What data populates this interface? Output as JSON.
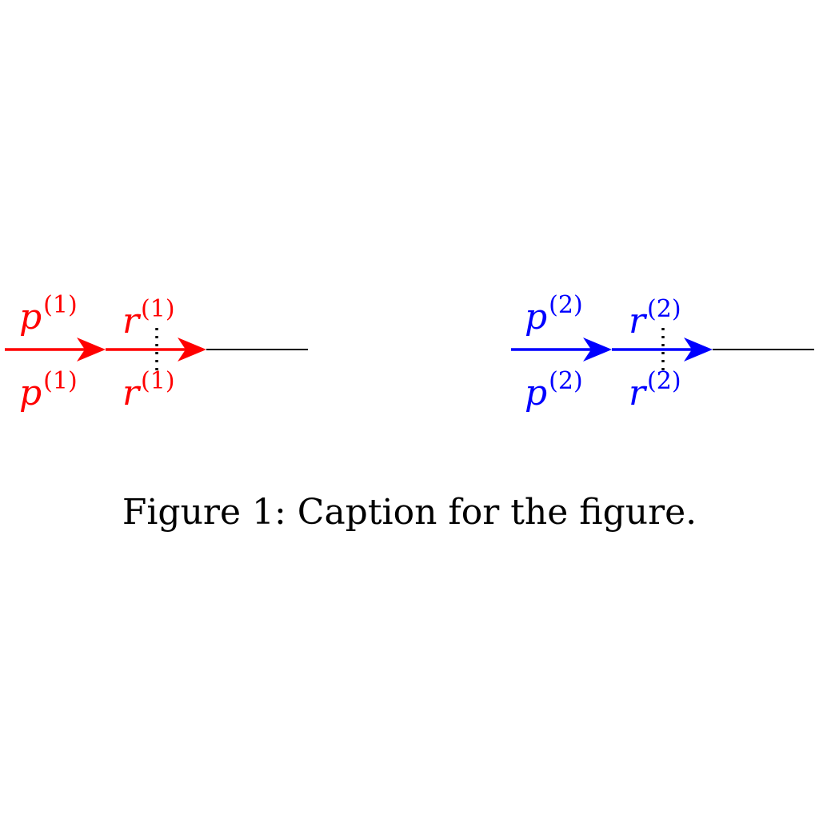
{
  "colors": {
    "diagram_1": "#ff0000",
    "diagram_2": "#0000ff",
    "line": "#000000",
    "text": "#000000"
  },
  "diagram_1": {
    "top_left": {
      "base": "p",
      "sup": "(1)"
    },
    "top_right": {
      "base": "r",
      "sup": "(1)"
    },
    "bottom_left": {
      "base": "p",
      "sup": "(1)"
    },
    "bottom_right": {
      "base": "r",
      "sup": "(1)"
    }
  },
  "diagram_2": {
    "top_left": {
      "base": "p",
      "sup": "(2)"
    },
    "top_right": {
      "base": "r",
      "sup": "(2)"
    },
    "bottom_left": {
      "base": "p",
      "sup": "(2)"
    },
    "bottom_right": {
      "base": "r",
      "sup": "(2)"
    }
  },
  "caption": "Figure 1: Caption for the figure."
}
